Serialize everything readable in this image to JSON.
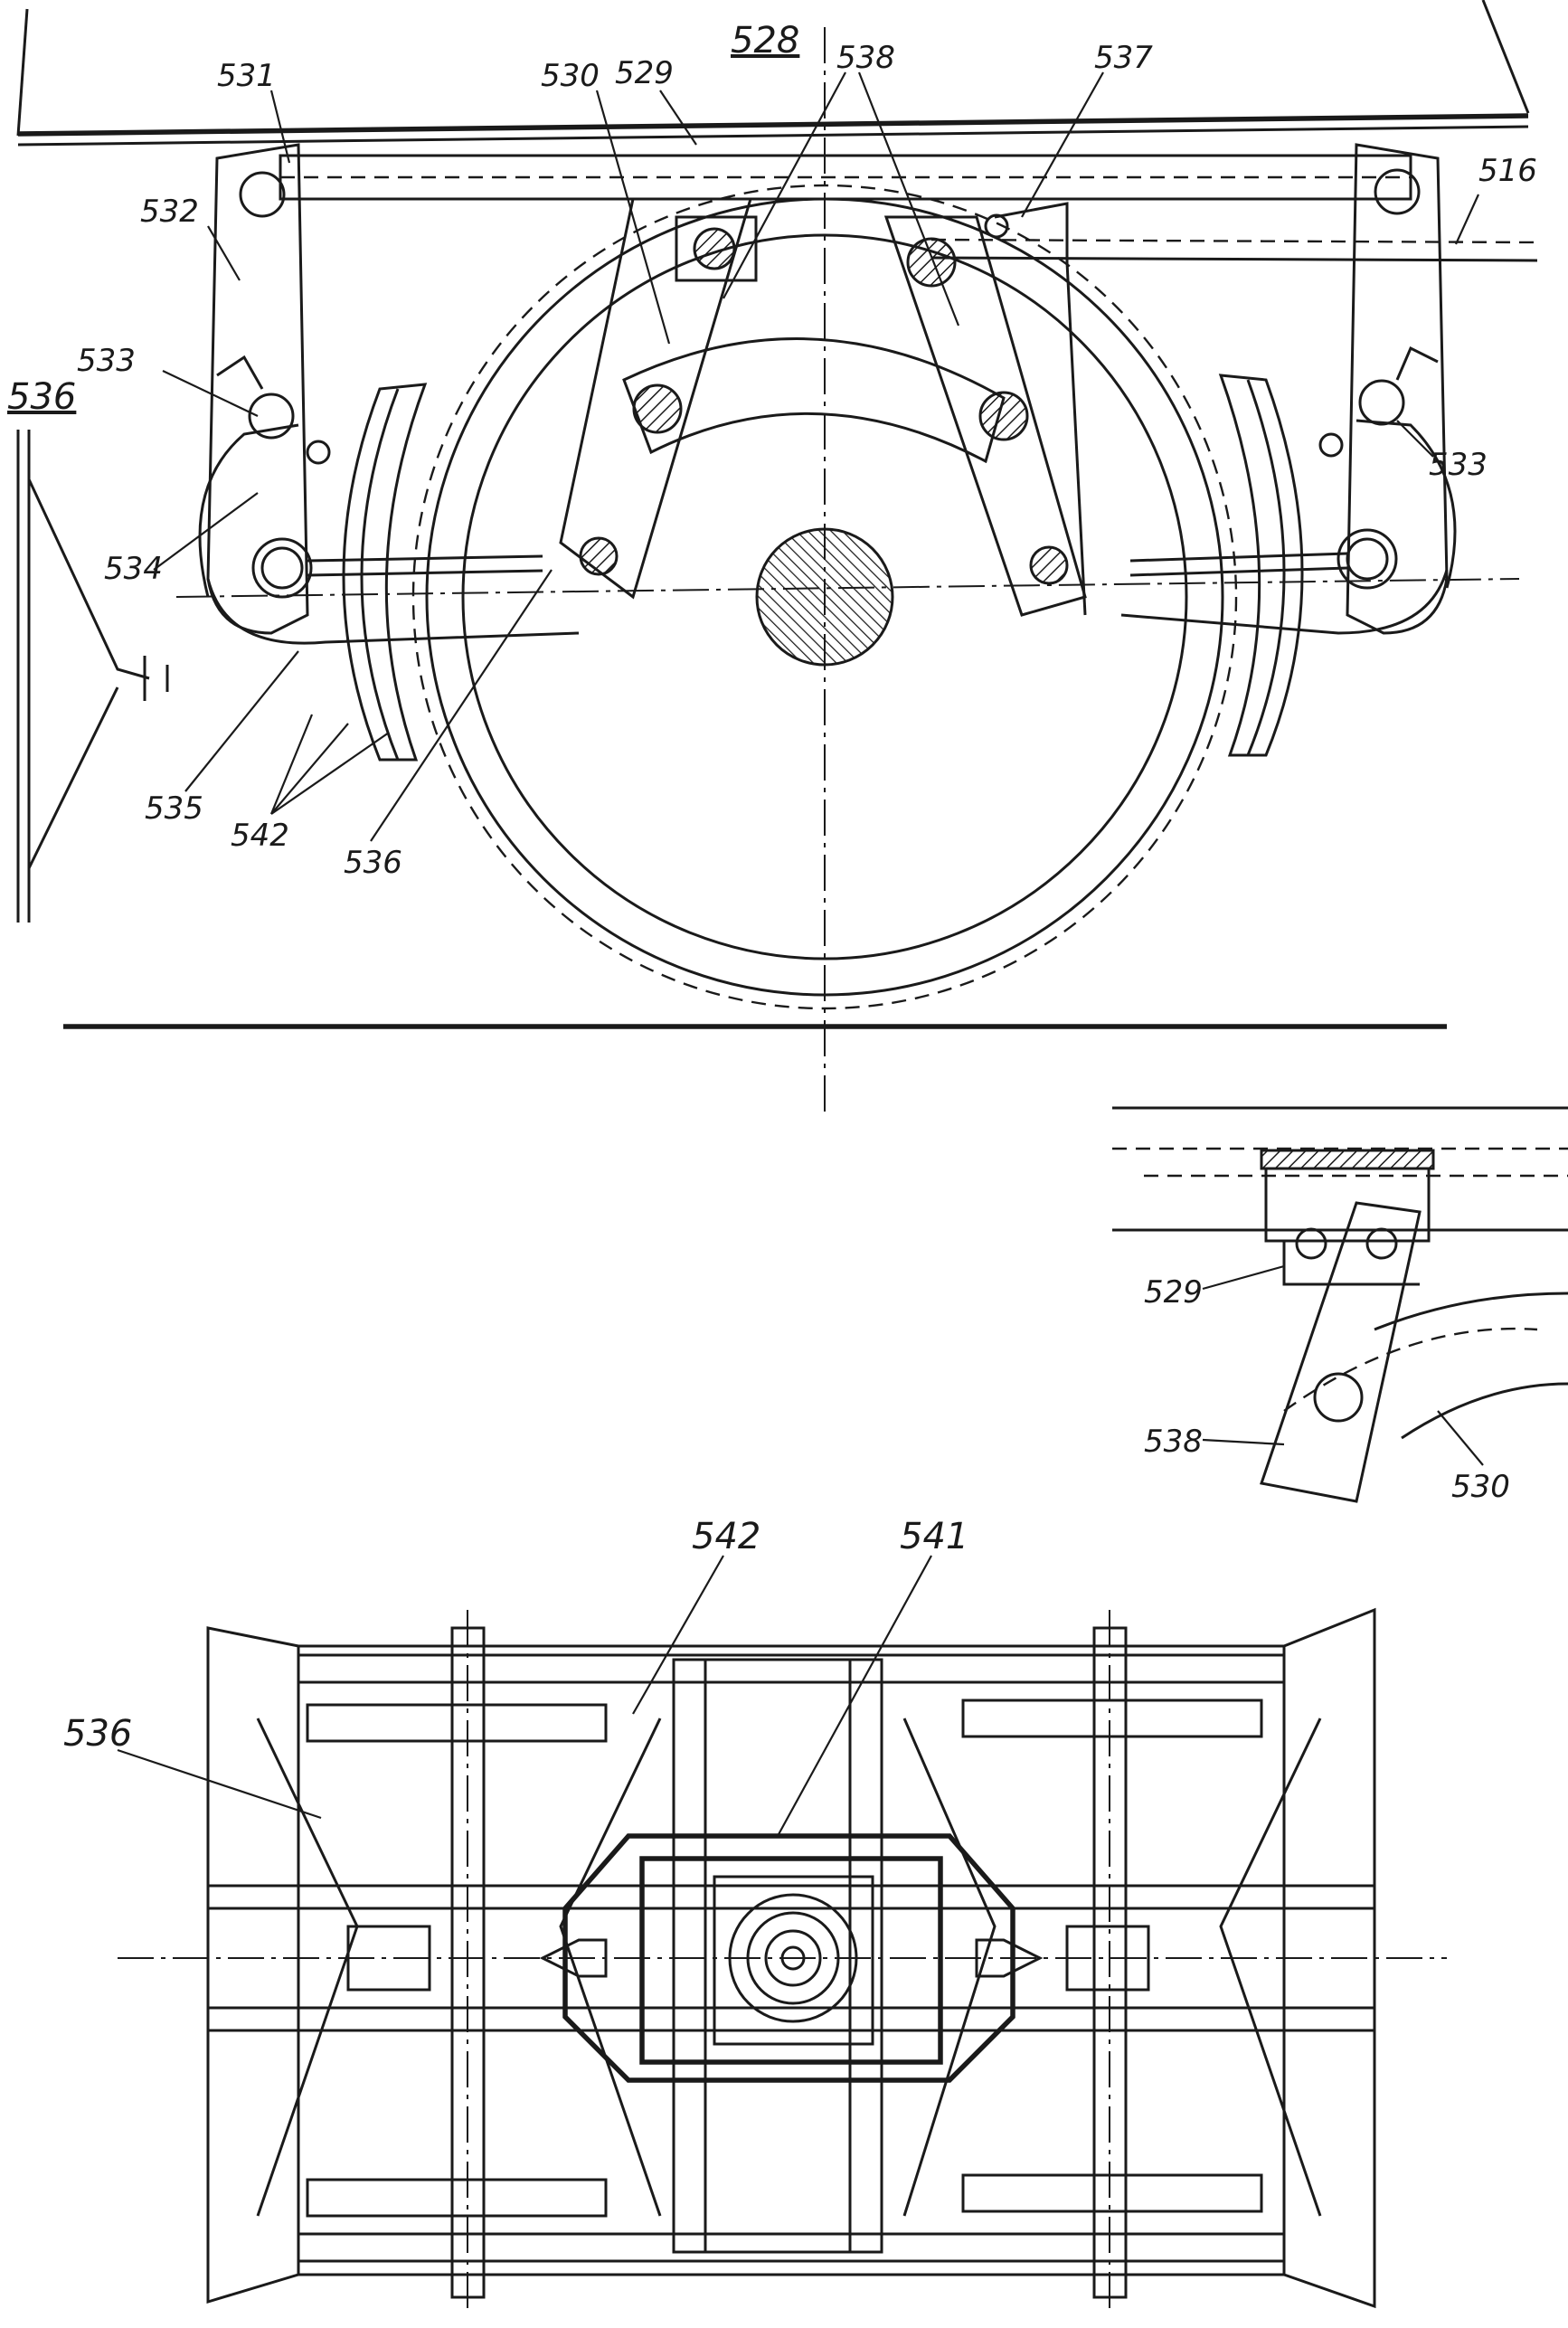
{
  "drawing": {
    "title_number": "528",
    "side_view_callouts": {
      "c531": "531",
      "c530": "530",
      "c529": "529",
      "c538": "538",
      "c537": "537",
      "c516": "516",
      "c532": "532",
      "c533_left": "533",
      "c533_right": "533",
      "c534": "534",
      "c535": "535",
      "c542": "542",
      "c536": "536"
    },
    "linkage_detail_label": "536",
    "hanger_detail_callouts": {
      "c529": "529",
      "c538": "538",
      "c530": "530"
    },
    "plan_view_callouts": {
      "c542": "542",
      "c541": "541",
      "c536": "536"
    }
  }
}
